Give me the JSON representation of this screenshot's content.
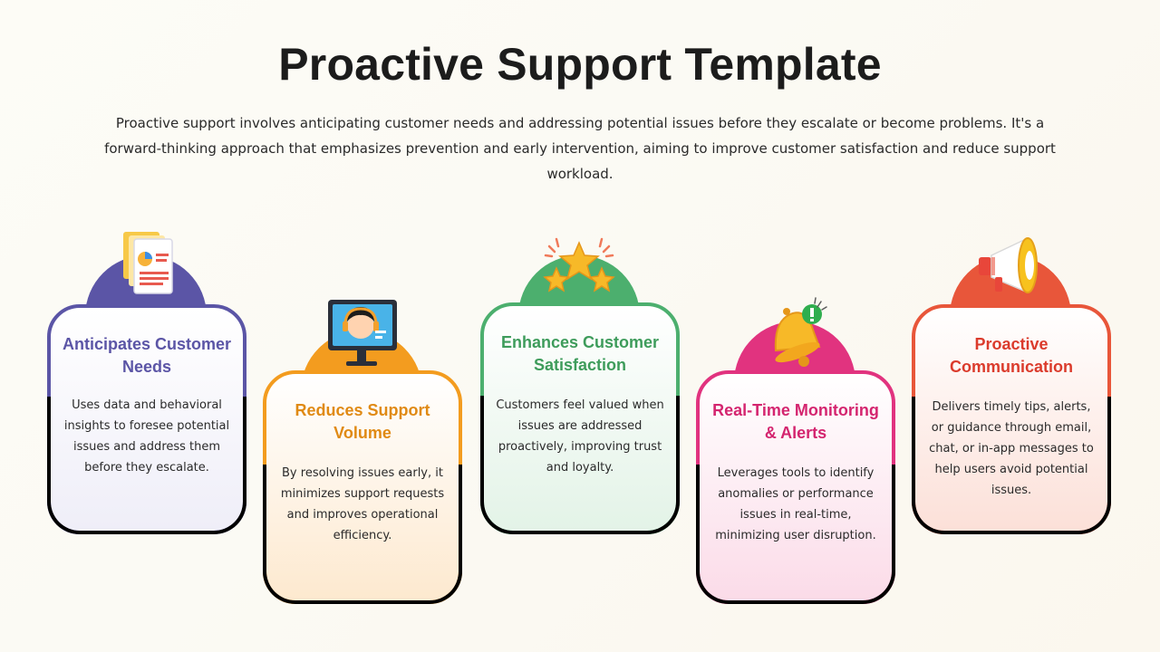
{
  "header": {
    "title": "Proactive Support Template",
    "subtitle": "Proactive support involves anticipating customer needs and addressing potential issues before they escalate or become problems. It's a forward-thinking approach that emphasizes prevention and early intervention, aiming to improve customer satisfaction and reduce support workload."
  },
  "cards": [
    {
      "title": "Anticipates Customer Needs",
      "body": "Uses data and behavioral insights to foresee potential issues and address them before they escalate.",
      "color": "#5b55a6",
      "icon": "document-chart-icon"
    },
    {
      "title": "Reduces Support Volume",
      "body": "By resolving issues early, it minimizes support requests and improves operational efficiency.",
      "color": "#f39c1f",
      "icon": "support-agent-headset-icon"
    },
    {
      "title": "Enhances Customer Satisfaction",
      "body": "Customers feel valued when issues are addressed proactively, improving trust and loyalty.",
      "color": "#4caf6e",
      "icon": "stars-icon"
    },
    {
      "title": "Real-Time Monitoring & Alerts",
      "body": "Leverages tools to identify anomalies or performance issues in real-time, minimizing user disruption.",
      "color": "#e1337f",
      "icon": "bell-alert-icon"
    },
    {
      "title": "Proactive Communication",
      "body": "Delivers timely tips, alerts, or guidance through email, chat, or in-app messages to help users avoid potential issues.",
      "color": "#e8563a",
      "icon": "megaphone-icon"
    }
  ]
}
